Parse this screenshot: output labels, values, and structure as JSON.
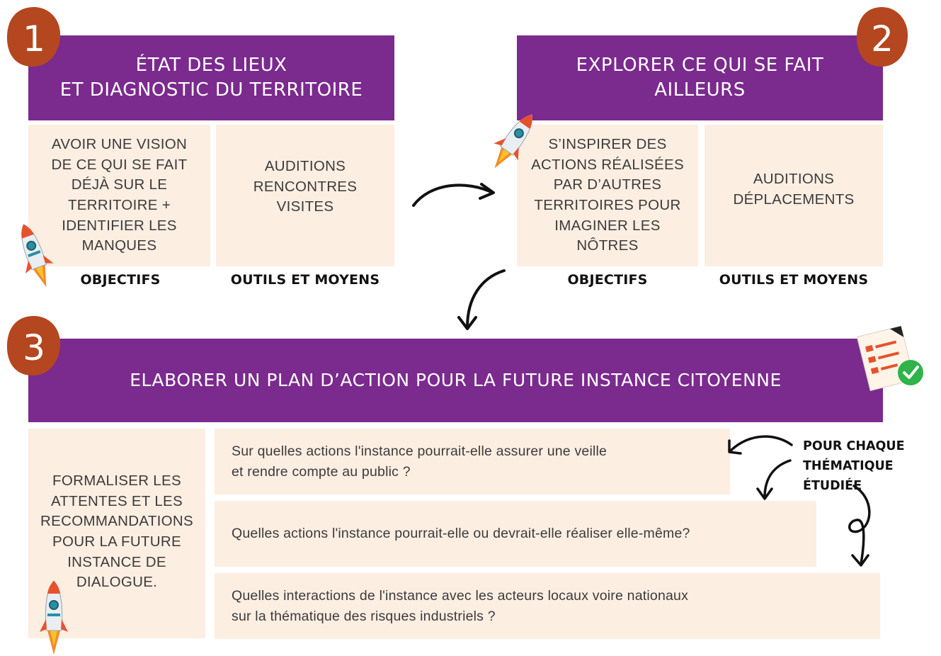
{
  "colors": {
    "header": "#7b2a8e",
    "box": "#fdeee2",
    "badge": "#b4471f"
  },
  "step1": {
    "number": "1",
    "title": "ÉTAT DES LIEUX\nET DIAGNOSTIC DU TERRITOIRE",
    "objective_text": "AVOIR UNE VISION\nDE CE QUI SE FAIT\nDÉJÀ SUR LE\nTERRITOIRE +\nIDENTIFIER LES\nMANQUES",
    "tools_text": "AUDITIONS\nRENCONTRES\nVISITES",
    "objective_label": "OBJECTIFS",
    "tools_label": "OUTILS ET MOYENS"
  },
  "step2": {
    "number": "2",
    "title": "EXPLORER CE QUI SE FAIT AILLEURS",
    "objective_text": "S’INSPIRER DES\nACTIONS RÉALISÉES\nPAR D’AUTRES\nTERRITOIRES POUR\nIMAGINER LES\nNÔTRES",
    "tools_text": "AUDITIONS\nDÉPLACEMENTS",
    "objective_label": "OBJECTIFS",
    "tools_label": "OUTILS ET MOYENS"
  },
  "step3": {
    "number": "3",
    "title": "ELABORER UN PLAN D’ACTION POUR LA FUTURE INSTANCE CITOYENNE",
    "left_text": "FORMALISER LES\nATTENTES ET LES\nRECOMMANDATIONS\nPOUR LA FUTURE\nINSTANCE DE\nDIALOGUE.",
    "questions": [
      "Sur quelles actions l'instance pourrait-elle assurer une veille\net rendre compte au public ?",
      "Quelles actions l'instance pourrait-elle ou devrait-elle réaliser elle-même?",
      "Quelles interactions de l'instance avec les acteurs locaux voire nationaux\nsur la thématique des risques industriels ?"
    ],
    "side_note": "POUR CHAQUE\nTHÉMATIQUE ÉTUDIÉE"
  },
  "icons": [
    "rocket-icon",
    "checklist-icon",
    "curved-arrow-icon"
  ]
}
